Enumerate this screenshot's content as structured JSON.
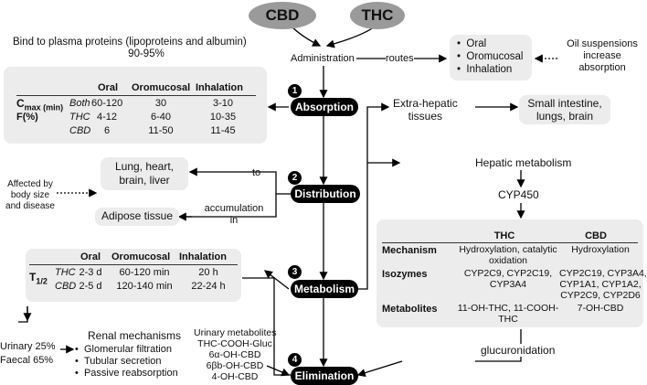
{
  "sources": {
    "cbd": "CBD",
    "thc": "THC"
  },
  "plasma": {
    "line1": "Bind to plasma proteins (lipoproteins and albumin)",
    "line2": "90-95%"
  },
  "administration": {
    "label": "Administration",
    "routes_label": "routes",
    "routes": [
      "Oral",
      "Oromucosal",
      "Inhalation"
    ],
    "oil_note": [
      "Oil suspensions",
      "increase",
      "absorption"
    ]
  },
  "stages": [
    {
      "num": "1",
      "label": "Absorption"
    },
    {
      "num": "2",
      "label": "Distribution"
    },
    {
      "num": "3",
      "label": "Metabolism"
    },
    {
      "num": "4",
      "label": "Elimination"
    }
  ],
  "absorption_table": {
    "headers": [
      "Oral",
      "Oromucosal",
      "Inhalation"
    ],
    "cmax_label": "C",
    "cmax_sub": "max (min)",
    "f_label": "F(%)",
    "rows": [
      {
        "agent": "Both",
        "values": [
          "60-120",
          "30",
          "3-10"
        ]
      },
      {
        "agent": "THC",
        "values": [
          "4-12",
          "6-40",
          "10-35"
        ]
      },
      {
        "agent": "CBD",
        "values": [
          "6",
          "11-50",
          "11-45"
        ]
      }
    ]
  },
  "distribution": {
    "organs": [
      "Lung, heart,",
      "brain, liver"
    ],
    "to_label": "to",
    "adipose": "Adipose tissue",
    "accumulation": [
      "accumulation",
      "in"
    ],
    "affected": [
      "Affected by",
      "body size",
      "and disease"
    ]
  },
  "extrahepatic": {
    "label": [
      "Extra-hepatic",
      "tissues"
    ],
    "targets": [
      "Small intestine,",
      "lungs, brain"
    ]
  },
  "hepatic": {
    "label": "Hepatic metabolism",
    "enzyme": "CYP450"
  },
  "metab_table": {
    "headers": [
      "THC",
      "CBD"
    ],
    "rows": [
      {
        "label": "Mechanism",
        "thc": [
          "Hydroxylation, catalytic",
          "oxidation"
        ],
        "cbd": [
          "Hydroxylation"
        ]
      },
      {
        "label": "Isozymes",
        "thc": [
          "CYP2C9, CYP2C19,",
          "CYP3A4"
        ],
        "cbd": [
          "CYP2C19, CYP3A4,",
          "CYP1A1, CYP1A2,",
          "CYP2C9, CYP2D6"
        ]
      },
      {
        "label": "Metabolites",
        "thc": [
          "11-OH-THC, 11-COOH-",
          "THC"
        ],
        "cbd": [
          "7-OH-CBD"
        ]
      }
    ]
  },
  "glucuronidation": "glucuronidation",
  "halflife_table": {
    "headers": [
      "Oral",
      "Oromucosal",
      "Inhalation"
    ],
    "t_label": "T",
    "t_sub": "1/2",
    "rows": [
      {
        "agent": "THC",
        "values": [
          "2-3 d",
          "60-120 min",
          "20 h"
        ]
      },
      {
        "agent": "CBD",
        "values": [
          "2-5 d",
          "120-140 min",
          "22-24 h"
        ]
      }
    ]
  },
  "excretion": {
    "urinary": "Urinary 25%",
    "faecal": "Faecal 65%"
  },
  "renal": {
    "title": "Renal mechanisms",
    "items": [
      "Glomerular filtration",
      "Tubular secretion",
      "Passive reabsorption"
    ]
  },
  "urinary_metabolites": {
    "title": "Urinary metabolites",
    "items": [
      "THC-COOH-Gluc",
      "6α-OH-CBD",
      "6βb-OH-CBD",
      "4-OH-CBD"
    ]
  }
}
